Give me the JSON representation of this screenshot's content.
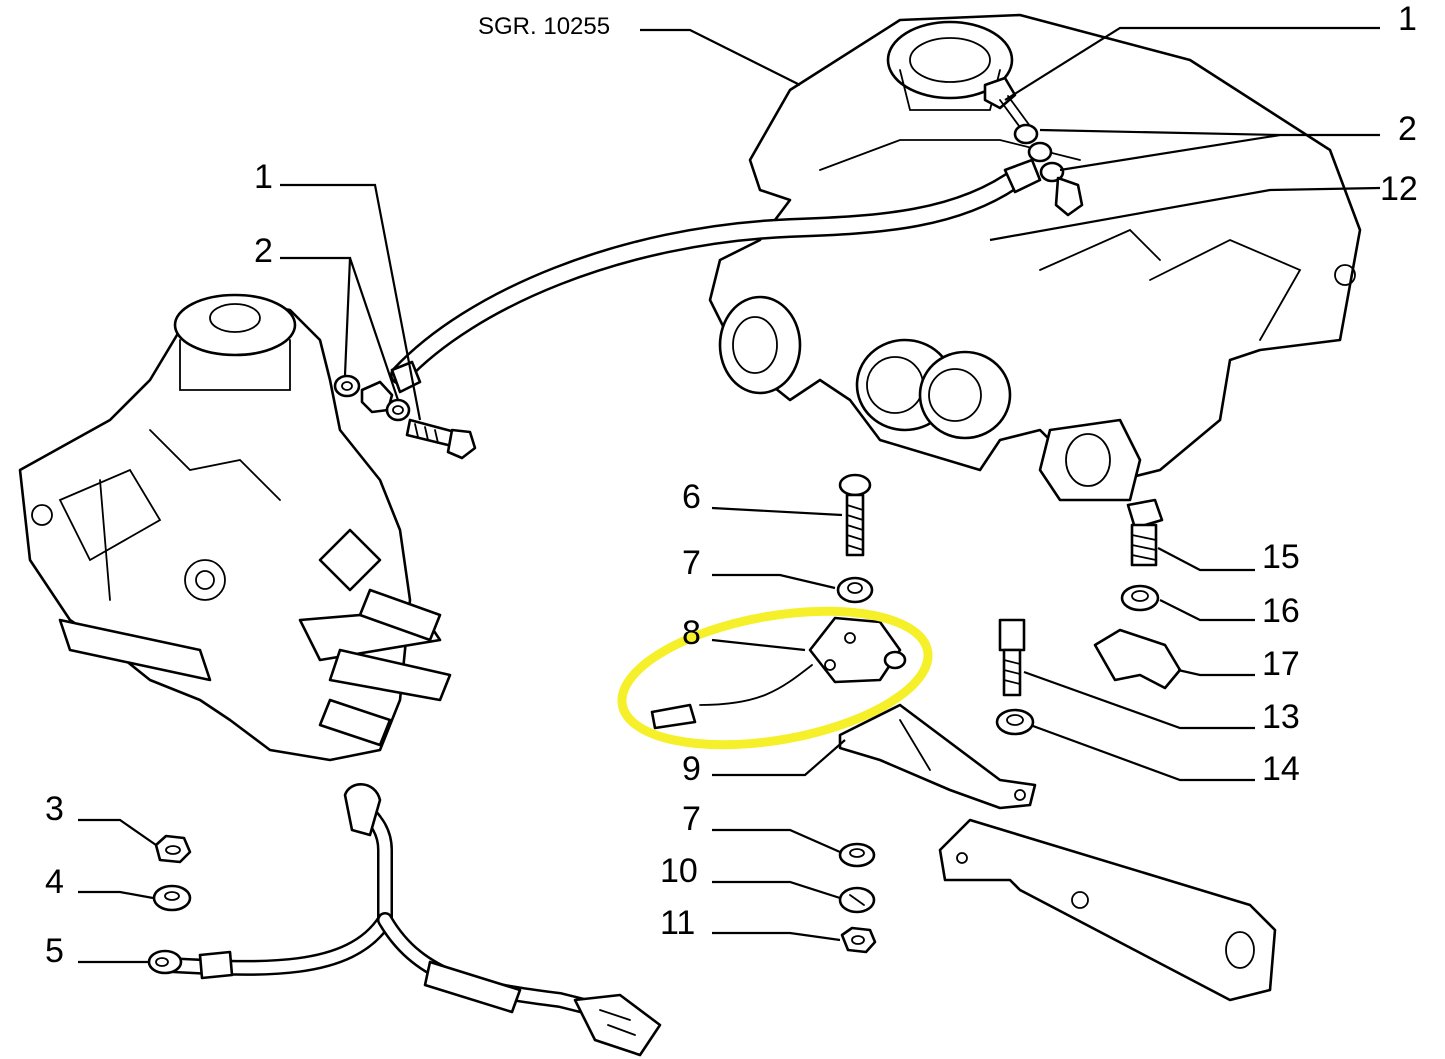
{
  "diagram": {
    "reference": "SGR. 10255",
    "highlight_color": "#f5f02a",
    "highlighted_part": "8"
  },
  "labels": {
    "top_1": "1",
    "top_2": "2",
    "l12": "12",
    "left_1": "1",
    "left_2": "2",
    "l6": "6",
    "l7a": "7",
    "l8": "8",
    "l9": "9",
    "l7b": "7",
    "l10": "10",
    "l11": "11",
    "l15": "15",
    "l16": "16",
    "l17": "17",
    "l13": "13",
    "l14": "14",
    "l3": "3",
    "l4": "4",
    "l5": "5"
  }
}
